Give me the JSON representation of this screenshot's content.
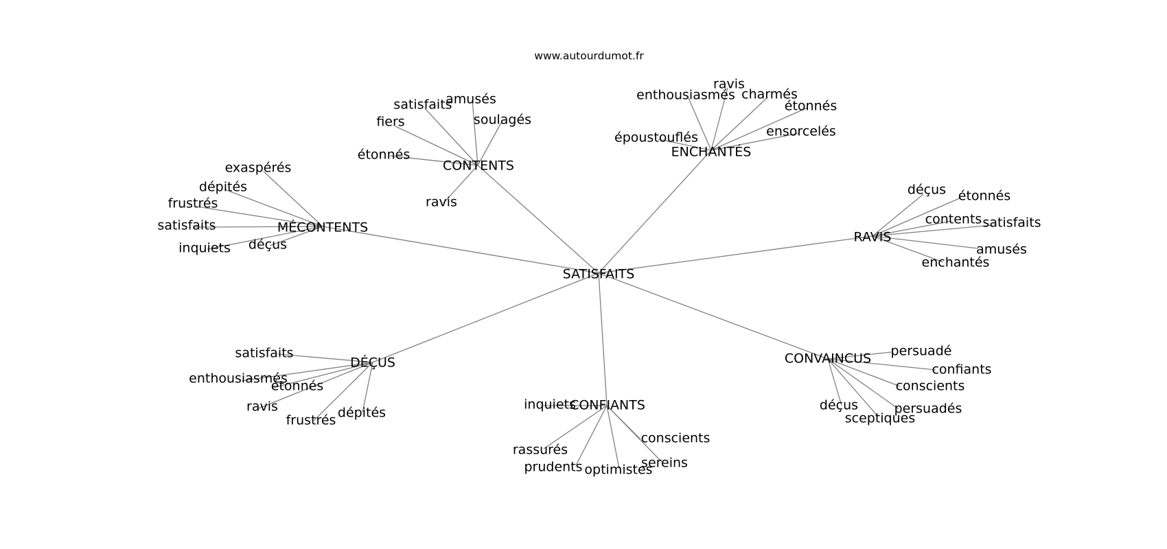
{
  "source_label": "www.autourdumot.fr",
  "graph": {
    "root": "SATISFAITS",
    "groups": [
      {
        "label": "MÉCONTENTS",
        "leaves": [
          "exaspérés",
          "dépités",
          "frustrés",
          "satisfaits",
          "inquiets",
          "déçus"
        ]
      },
      {
        "label": "CONTENTS",
        "leaves": [
          "satisfaits",
          "amusés",
          "fiers",
          "soulagés",
          "étonnés",
          "ravis"
        ]
      },
      {
        "label": "ENCHANTÉS",
        "leaves": [
          "ravis",
          "enthousiasmés",
          "charmés",
          "étonnés",
          "époustouflés",
          "ensorcelés"
        ]
      },
      {
        "label": "RAVIS",
        "leaves": [
          "déçus",
          "étonnés",
          "contents",
          "satisfaits",
          "amusés",
          "enchantés"
        ]
      },
      {
        "label": "DÉÇUS",
        "leaves": [
          "satisfaits",
          "enthousiasmés",
          "étonnés",
          "ravis",
          "frustrés",
          "dépités"
        ]
      },
      {
        "label": "CONFIANTS",
        "leaves": [
          "inquiets",
          "rassurés",
          "prudents",
          "optimistes",
          "conscients",
          "sereins"
        ]
      },
      {
        "label": "CONVAINCUS",
        "leaves": [
          "persuadé",
          "confiants",
          "conscients",
          "persuadés",
          "déçus",
          "sceptiques"
        ]
      }
    ]
  }
}
